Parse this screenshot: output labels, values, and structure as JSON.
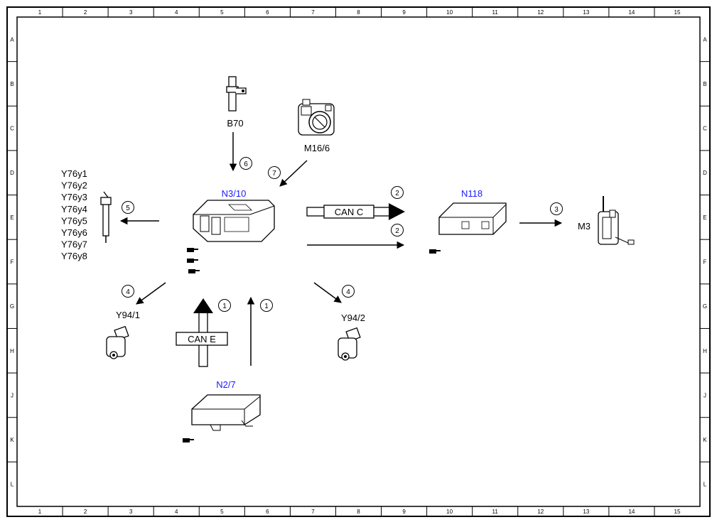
{
  "frame": {
    "columns": [
      "1",
      "2",
      "3",
      "4",
      "5",
      "6",
      "7",
      "8",
      "9",
      "10",
      "11",
      "12",
      "13",
      "14",
      "15"
    ],
    "rows": [
      "A",
      "B",
      "C",
      "D",
      "E",
      "F",
      "G",
      "H",
      "J",
      "K",
      "L"
    ]
  },
  "components": {
    "b70": "B70",
    "m16_6": "M16/6",
    "n3_10": "N3/10",
    "n118": "N118",
    "m3": "M3",
    "n2_7": "N2/7",
    "y94_1": "Y94/1",
    "y94_2": "Y94/2",
    "injectors": [
      "Y76y1",
      "Y76y2",
      "Y76y3",
      "Y76y4",
      "Y76y5",
      "Y76y6",
      "Y76y7",
      "Y76y8"
    ]
  },
  "buses": {
    "can_c": "CAN C",
    "can_e": "CAN E"
  },
  "steps": {
    "s1a": "1",
    "s1b": "1",
    "s2a": "2",
    "s2b": "2",
    "s3": "3",
    "s4a": "4",
    "s4b": "4",
    "s5": "5",
    "s6": "6",
    "s7": "7"
  },
  "colors": {
    "line": "#000000",
    "control_unit_label": "#1a1aff"
  }
}
